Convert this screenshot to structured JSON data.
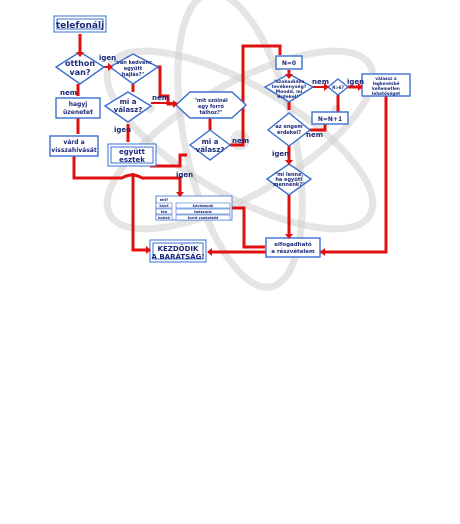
{
  "nodes": {
    "telefonalj": "telefonálj",
    "otthon_van": [
      "otthon",
      "van?"
    ],
    "van_kedvenc": [
      "\"van kedvenc",
      "együtt",
      "hajlás?\""
    ],
    "hagyj_uzenetet": [
      "hagyj",
      "üzenetet"
    ],
    "mi_a_valasz_1": [
      "mi a",
      "válasz?"
    ],
    "mit_szolnal": [
      "\"mit szólnál",
      "egy forró",
      "tálhoz?\""
    ],
    "vard_a_visszahivasat": [
      "várd a",
      "visszahívását"
    ],
    "egyutt_esztek": [
      "együtt",
      "esztek"
    ],
    "mi_a_valasz_2": [
      "mi a",
      "válasz?"
    ],
    "n_eq_0": "N=0",
    "szabadidos": [
      "\"szabadidős",
      "tevékenység?",
      "Mondd, mi",
      "érdekel!\""
    ],
    "n_gt_6": "N>6?",
    "valassz": [
      "válassz a",
      "legkevésbé",
      "kellemetlen",
      "lehetőséget"
    ],
    "az_engem_erdekel": [
      "az engem",
      "érdekel?"
    ],
    "n_eq_n_plus_1": "N=N+1",
    "mi_lenne": [
      "\"mi lenne,",
      "ha együtt",
      "mennénk?\""
    ],
    "kezdodik": [
      "KEZDŐDIK",
      "A BARÁTSÁG!"
    ],
    "elfogadhato": [
      "elfogadható",
      "a részvételem"
    ]
  },
  "edge_labels": {
    "igen_1": "igen",
    "nem_1": "nem",
    "nem_2": "nem",
    "igen_2": "igen",
    "nem_3": "nem",
    "igen_3": "igen",
    "nem_4": "nem",
    "igen_4": "igen",
    "nem_5": "nem",
    "igen_5": "igen"
  },
  "drink_table": {
    "header": "mit?",
    "rows": [
      [
        "kávé",
        "kávézzunk"
      ],
      [
        "tea",
        "teázzunk"
      ],
      [
        "kakaó",
        "forró csokoládé"
      ]
    ]
  },
  "colors": {
    "arrow": "#e01010",
    "box_border": "#3a6fd0",
    "text": "#1c2a7a",
    "background_atom": "#cfcfcf"
  }
}
